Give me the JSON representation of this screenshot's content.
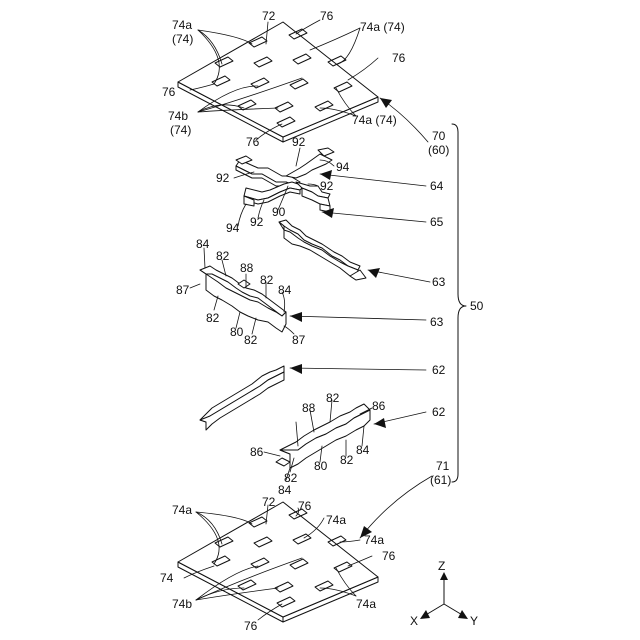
{
  "figure": {
    "labels": {
      "l_74a_a": "74a",
      "l_74_a": "(74)",
      "l_72_top": "72",
      "l_76_t1": "76",
      "l_74a74_tr": "74a (74)",
      "l_76_t2": "76",
      "l_76_t3": "76",
      "l_74b_top": "74b",
      "l_74_b": "(74)",
      "l_76_t4": "76",
      "l_74a74_br": "74a (74)",
      "l_70": "70",
      "l_60": "(60)",
      "l_92_a": "92",
      "l_94_a": "94",
      "l_92_b": "92",
      "l_92_c": "92",
      "l_64": "64",
      "l_94_b": "94",
      "l_92_d": "92",
      "l_90": "90",
      "l_65": "65",
      "l_63_a": "63",
      "l_50": "50",
      "l_84_a": "84",
      "l_82_a": "82",
      "l_88_a": "88",
      "l_87_a": "87",
      "l_82_b": "82",
      "l_84_b": "84",
      "l_82_c": "82",
      "l_80_a": "80",
      "l_82_d": "82",
      "l_87_b": "87",
      "l_63_b": "63",
      "l_62_a": "62",
      "l_82_e": "82",
      "l_88_b": "88",
      "l_86_a": "86",
      "l_62_b": "62",
      "l_86_b": "86",
      "l_82_f": "82",
      "l_84_c": "84",
      "l_80_b": "80",
      "l_82_g": "82",
      "l_84_d": "84",
      "l_71": "71",
      "l_61": "(61)",
      "l_74a_c": "74a",
      "l_72_bot": "72",
      "l_76_b1": "76",
      "l_74a_d": "74a",
      "l_74a_e": "74a",
      "l_76_b2": "76",
      "l_74_c": "74",
      "l_74b_bot": "74b",
      "l_74a_f": "74a",
      "l_76_b3": "76"
    },
    "axes": {
      "z": "Z",
      "x": "X",
      "y": "Y"
    }
  }
}
